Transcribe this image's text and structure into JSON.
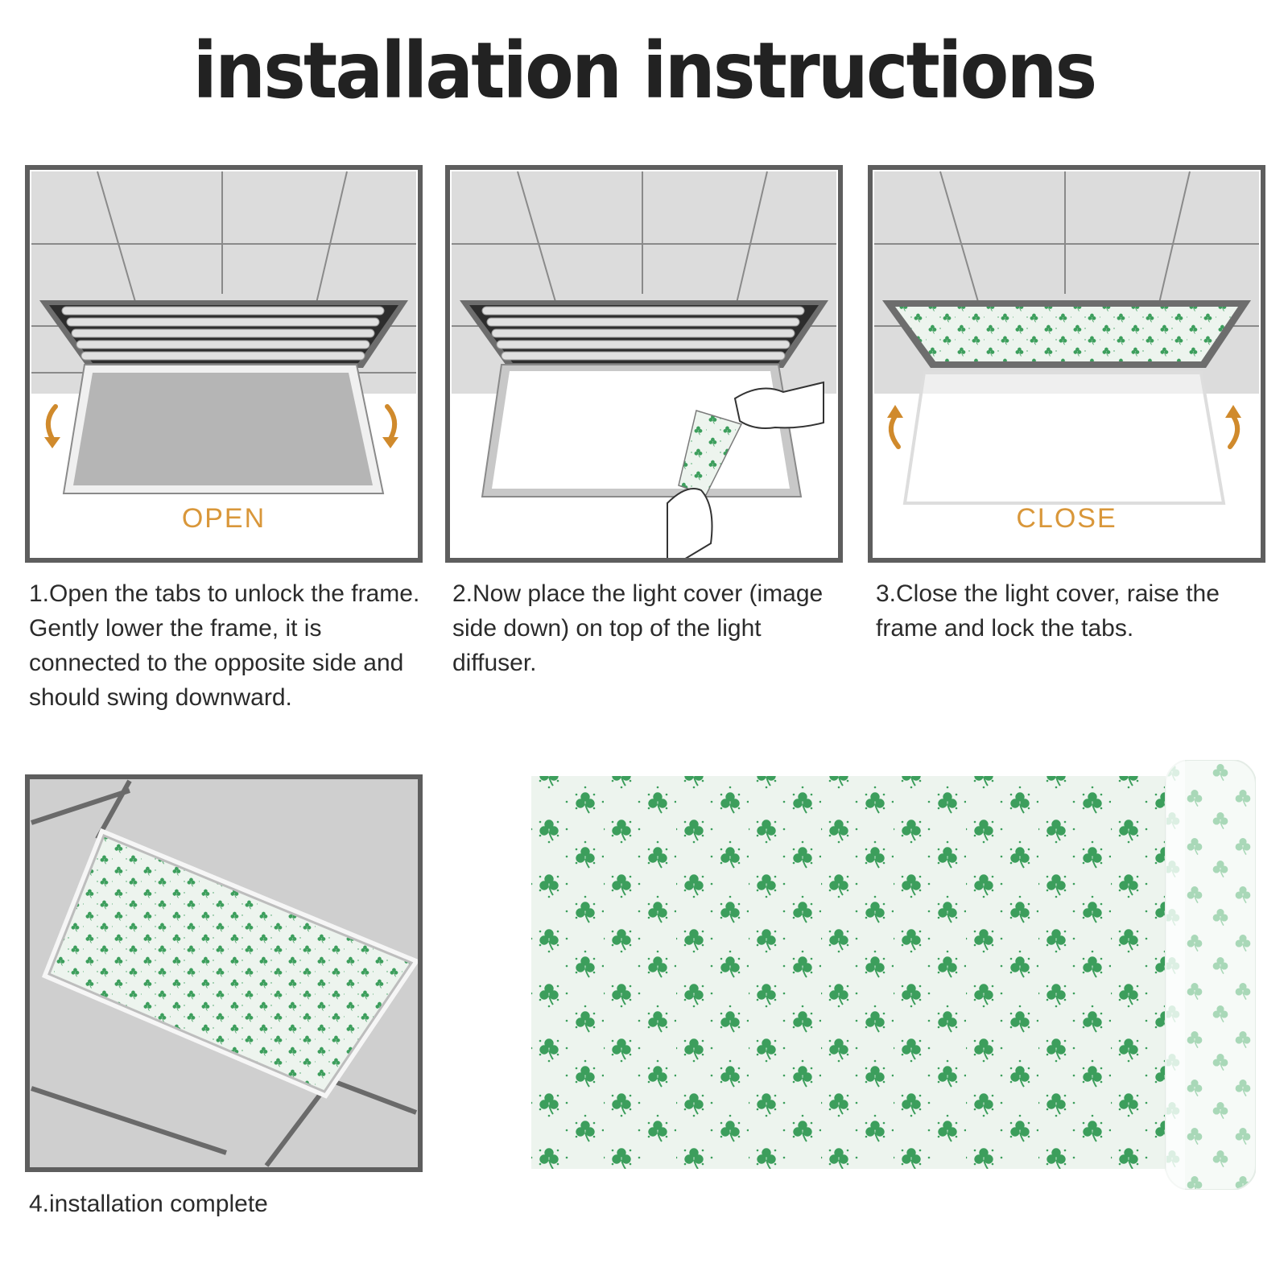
{
  "title": "installation instructions",
  "steps": [
    {
      "caption": "1.Open the tabs to unlock the frame. Gently lower the frame, it is connected to the opposite side and should swing downward.",
      "label": "OPEN"
    },
    {
      "caption": "2.Now place the light cover (image side down) on top of the light diffuser."
    },
    {
      "caption": "3.Close the light cover, raise the frame and lock the tabs.",
      "label": "CLOSE"
    },
    {
      "caption": "4.installation complete"
    }
  ],
  "colors": {
    "panel_border": "#5e5e5e",
    "label": "#d9973a",
    "arrow": "#d08a2c",
    "shamrock": "#3c9e5c",
    "pattern_bg": "#edf4ee"
  },
  "icons": [
    "shamrock-icon",
    "curved-arrow-icon",
    "hand-icon"
  ]
}
